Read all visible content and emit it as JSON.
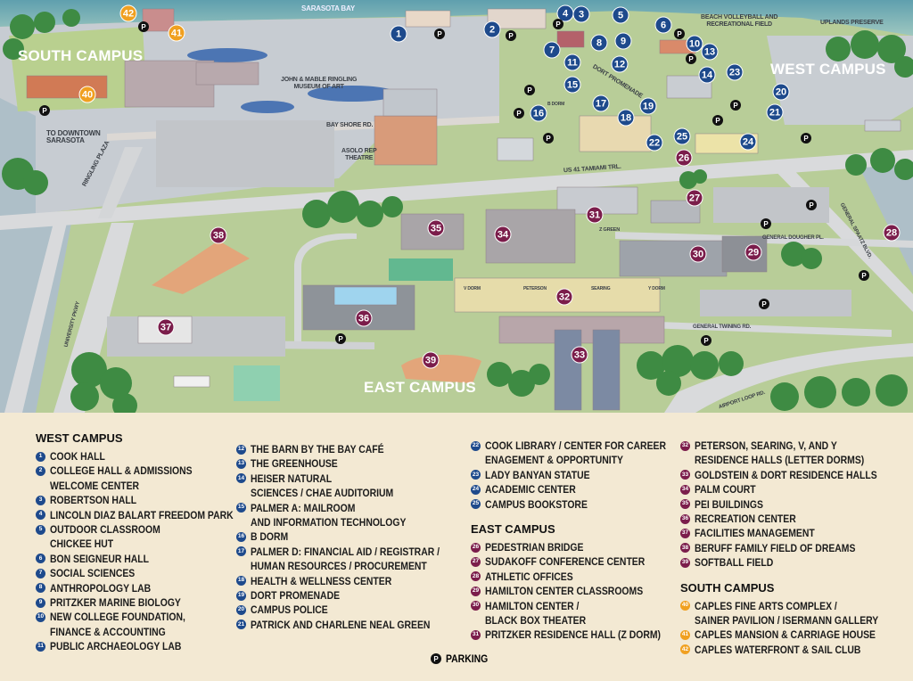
{
  "colors": {
    "west": "#1e4a8c",
    "east": "#7b1d4b",
    "south": "#f0a020",
    "parking": "#111111",
    "legend_bg": "#f3e9d3"
  },
  "map": {
    "campus_labels": {
      "south": "SOUTH CAMPUS",
      "west": "WEST CAMPUS",
      "east": "EAST CAMPUS"
    },
    "place_labels": {
      "bay": "SARASOTA BAY",
      "museum": "JOHN & MABLE RINGLING\nMUSEUM OF ART",
      "bayshore": "BAY SHORE RD.",
      "asolo": "ASOLO REP\nTHEATRE",
      "downtown": "TO DOWNTOWN\nSARASOTA",
      "ringling_plaza": "RINGLING PLAZA",
      "us41": "US 41 TAMIAMI TRL.",
      "beach": "BEACH VOLLEYBALL AND\nRECREATIONAL FIELD",
      "uplands": "UPLANDS PRESERVE",
      "dort": "DORT PROMENADE",
      "bdorm": "B DORM",
      "zgreen": "Z GREEN",
      "dougher": "GENERAL DOUGHER PL.",
      "spaatz": "GENERAL SPAATZ BLVD.",
      "twining": "GENERAL TWINING RD.",
      "airport": "AIRPORT LOOP RD.",
      "university": "UNIVERSITY PKWY",
      "vdorm": "V DORM",
      "peterson": "PETERSON",
      "searing": "SEARING",
      "ydorm": "Y DORM"
    },
    "parking_symbol": "P"
  },
  "legend": {
    "west_title": "WEST CAMPUS",
    "east_title": "EAST CAMPUS",
    "south_title": "SOUTH CAMPUS",
    "parking_label": "PARKING",
    "west": [
      {
        "n": "1",
        "label": "COOK HALL"
      },
      {
        "n": "2",
        "label": "COLLEGE HALL & ADMISSIONS\nWELCOME CENTER"
      },
      {
        "n": "3",
        "label": "ROBERTSON HALL"
      },
      {
        "n": "4",
        "label": "LINCOLN DIAZ BALART FREEDOM PARK"
      },
      {
        "n": "5",
        "label": "OUTDOOR CLASSROOM\nCHICKEE HUT"
      },
      {
        "n": "6",
        "label": "BON SEIGNEUR HALL"
      },
      {
        "n": "7",
        "label": "SOCIAL SCIENCES"
      },
      {
        "n": "8",
        "label": "ANTHROPOLOGY LAB"
      },
      {
        "n": "9",
        "label": "PRITZKER MARINE BIOLOGY"
      },
      {
        "n": "10",
        "label": "NEW COLLEGE FOUNDATION,\nFINANCE & ACCOUNTING"
      },
      {
        "n": "11",
        "label": "PUBLIC ARCHAEOLOGY LAB"
      },
      {
        "n": "12",
        "label": "THE BARN BY THE BAY CAFÉ"
      },
      {
        "n": "13",
        "label": "THE GREENHOUSE"
      },
      {
        "n": "14",
        "label": "HEISER NATURAL\nSCIENCES / CHAE AUDITORIUM"
      },
      {
        "n": "15",
        "label": "PALMER A: MAILROOM\nAND INFORMATION  TECHNOLOGY"
      },
      {
        "n": "16",
        "label": "B DORM"
      },
      {
        "n": "17",
        "label": "PALMER D: FINANCIAL AID / REGISTRAR /\nHUMAN RESOURCES / PROCUREMENT"
      },
      {
        "n": "18",
        "label": "HEALTH & WELLNESS CENTER"
      },
      {
        "n": "19",
        "label": "DORT PROMENADE"
      },
      {
        "n": "20",
        "label": "CAMPUS POLICE"
      },
      {
        "n": "21",
        "label": "PATRICK AND CHARLENE NEAL GREEN"
      },
      {
        "n": "22",
        "label": "COOK LIBRARY / CENTER FOR CAREER\nENAGEMENT & OPPORTUNITY"
      },
      {
        "n": "23",
        "label": "LADY BANYAN STATUE"
      },
      {
        "n": "24",
        "label": "ACADEMIC CENTER"
      },
      {
        "n": "25",
        "label": "CAMPUS BOOKSTORE"
      }
    ],
    "east": [
      {
        "n": "26",
        "label": "PEDESTRIAN BRIDGE"
      },
      {
        "n": "27",
        "label": "SUDAKOFF CONFERENCE CENTER"
      },
      {
        "n": "28",
        "label": "ATHLETIC OFFICES"
      },
      {
        "n": "29",
        "label": "HAMILTON CENTER CLASSROOMS"
      },
      {
        "n": "30",
        "label": "HAMILTON CENTER /\nBLACK BOX THEATER"
      },
      {
        "n": "31",
        "label": "PRITZKER RESIDENCE HALL (Z DORM)"
      },
      {
        "n": "32",
        "label": "PETERSON, SEARING, V, AND Y\nRESIDENCE HALLS (LETTER DORMS)"
      },
      {
        "n": "33",
        "label": "GOLDSTEIN & DORT RESIDENCE HALLS"
      },
      {
        "n": "34",
        "label": "PALM COURT"
      },
      {
        "n": "35",
        "label": "PEI BUILDINGS"
      },
      {
        "n": "36",
        "label": "RECREATION CENTER"
      },
      {
        "n": "37",
        "label": "FACILITIES MANAGEMENT"
      },
      {
        "n": "38",
        "label": "BERUFF FAMILY FIELD OF DREAMS"
      },
      {
        "n": "39",
        "label": "SOFTBALL FIELD"
      }
    ],
    "south": [
      {
        "n": "40",
        "label": "CAPLES FINE ARTS COMPLEX /\nSAINER PAVILION / ISERMANN GALLERY"
      },
      {
        "n": "41",
        "label": "CAPLES MANSION & CARRIAGE HOUSE"
      },
      {
        "n": "42",
        "label": "CAPLES WATERFRONT & SAIL CLUB"
      }
    ]
  }
}
